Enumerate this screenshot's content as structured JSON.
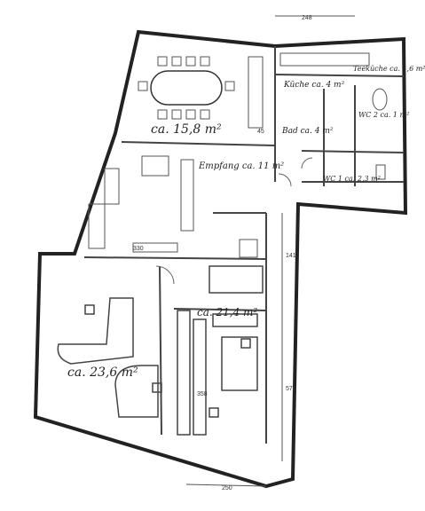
{
  "rooms": {
    "meeting": {
      "label": "ca. 15,8 m²"
    },
    "teeküche": {
      "label": "Teeküche ca. 1,6 m²"
    },
    "kueche": {
      "label": "Küche ca. 4 m²"
    },
    "bad": {
      "label": "Bad ca. 4 m²"
    },
    "wc2": {
      "label": "WC 2 ca. 1 m²"
    },
    "wc1": {
      "label": "WC 1 ca. 2,3 m²"
    },
    "empfang": {
      "label": "Empfang ca. 11 m²"
    },
    "office_mid": {
      "label": "ca. 21,4 m²"
    },
    "office_big": {
      "label": "ca. 23,6 m²"
    }
  },
  "dimensions": {
    "top_right": "248",
    "bottom": "250",
    "right_side_a": "141",
    "right_side_b": "570",
    "meeting_small": "45",
    "shelf_a": "330",
    "shelf_b": "358"
  }
}
